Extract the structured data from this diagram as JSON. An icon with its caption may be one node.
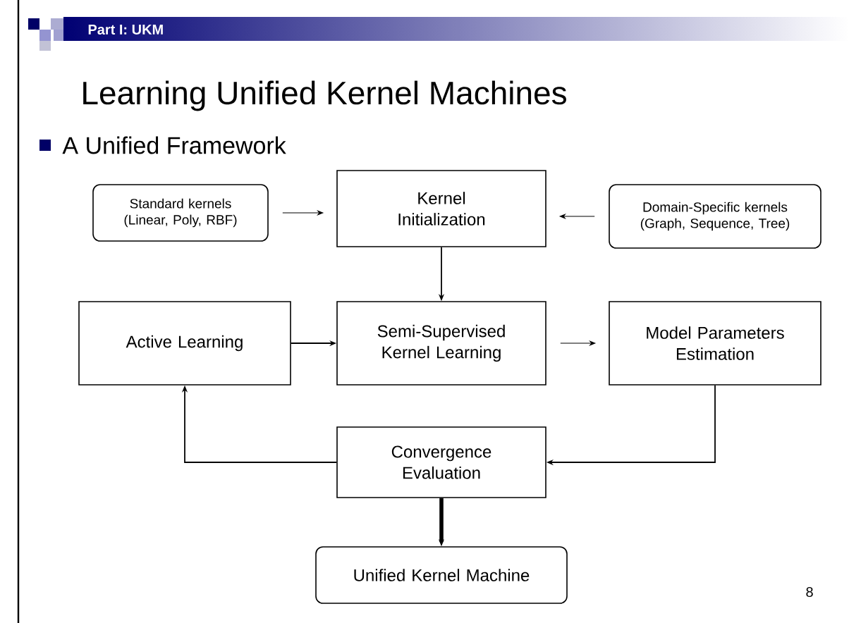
{
  "diagram": {
    "title": "Learning Unified Kernel Machines",
    "nodes": [
      {
        "text": [
          "Standard kernels (Linear, Poly, RBF)"
        ]
      },
      {
        "text": [
          "Kernel Initialization"
        ]
      },
      {
        "text": [
          "Domain-Specific kernels (Graph, Sequence, Tree)"
        ]
      },
      {
        "text": [
          "Active Learning"
        ]
      },
      {
        "text": [
          "Semi-Supervised Kernel Learning"
        ]
      },
      {
        "text": [
          "Model Parameters Estimation"
        ]
      },
      {
        "text": [
          "Convergence Evaluation"
        ]
      },
      {
        "text": [
          "Unified Kernel Machine"
        ]
      }
    ],
    "edges": [
      {
        "from": 0,
        "to": 1,
        "arrow": "to"
      },
      {
        "from": 2,
        "to": 1,
        "arrow": "to"
      },
      {
        "from": 1,
        "to": 4,
        "arrow": "to"
      },
      {
        "from": 3,
        "to": 4,
        "arrow": "to"
      },
      {
        "from": 4,
        "to": 5,
        "arrow": "to"
      },
      {
        "from": 5,
        "to": 6,
        "arrow": "to"
      },
      {
        "from": 6,
        "to": 3,
        "arrow": "to"
      },
      {
        "from": 6,
        "to": 7,
        "arrow": "to",
        "style": "thick"
      }
    ],
    "labels": [
      "Part I: UKM",
      "A Unified Framework",
      "8"
    ]
  }
}
